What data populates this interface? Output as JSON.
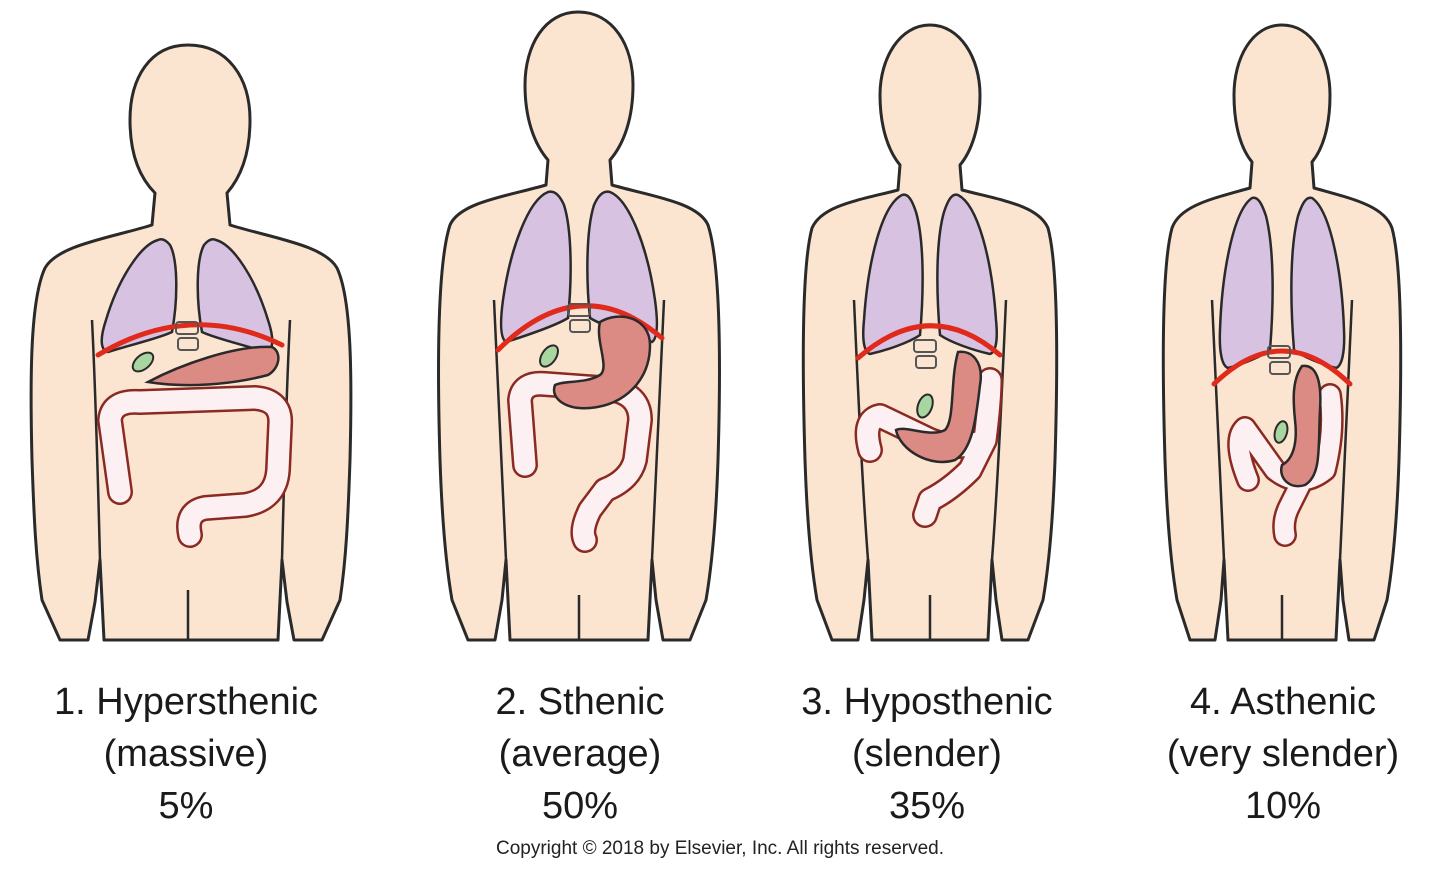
{
  "colors": {
    "skin": "#fbe5d1",
    "outline": "#2a2a2a",
    "lung": "#d8c2e2",
    "diaphragm": "#e02a1c",
    "stomach": "#dc8a84",
    "colon": "#fdf0f2",
    "colon_outline": "#8a2a22",
    "gallbladder": "#a8d6a0"
  },
  "body_types": [
    {
      "number": "1.",
      "name": "Hypersthenic",
      "descriptor": "(massive)",
      "percent": "5%"
    },
    {
      "number": "2.",
      "name": "Sthenic",
      "descriptor": "(average)",
      "percent": "50%"
    },
    {
      "number": "3.",
      "name": "Hyposthenic",
      "descriptor": "(slender)",
      "percent": "35%"
    },
    {
      "number": "4.",
      "name": "Asthenic",
      "descriptor": "(very slender)",
      "percent": "10%"
    }
  ],
  "copyright": "Copyright © 2018 by Elsevier, Inc. All rights reserved."
}
